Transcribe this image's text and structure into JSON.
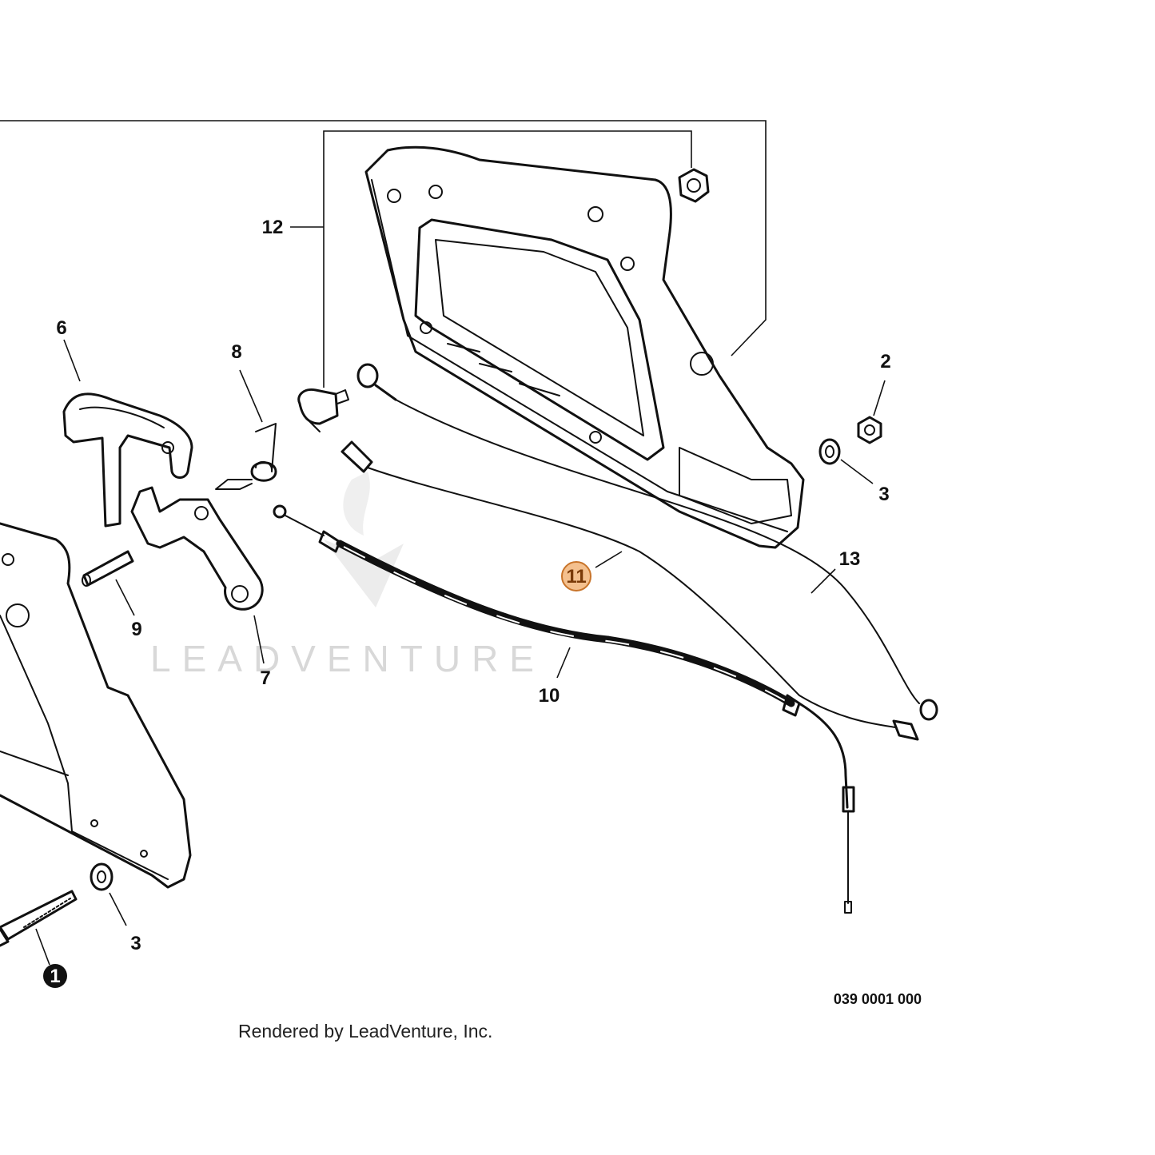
{
  "callouts": [
    {
      "id": "1",
      "label": "1",
      "highlight": "dark"
    },
    {
      "id": "2",
      "label": "2"
    },
    {
      "id": "3a",
      "label": "3"
    },
    {
      "id": "3b",
      "label": "3"
    },
    {
      "id": "6",
      "label": "6"
    },
    {
      "id": "7",
      "label": "7"
    },
    {
      "id": "8",
      "label": "8"
    },
    {
      "id": "9",
      "label": "9"
    },
    {
      "id": "10",
      "label": "10"
    },
    {
      "id": "11",
      "label": "11",
      "highlight": "orange"
    },
    {
      "id": "12",
      "label": "12"
    },
    {
      "id": "13",
      "label": "13"
    }
  ],
  "part_code": "039 0001 000",
  "credit": "Rendered by LeadVenture, Inc.",
  "watermark": "LEADVENTURE",
  "colors": {
    "line": "#111111",
    "highlight_orange_fill": "#f4c08e",
    "highlight_orange_stroke": "#c8742a",
    "highlight_dark": "#111111",
    "watermark": "#d8d8d8"
  }
}
